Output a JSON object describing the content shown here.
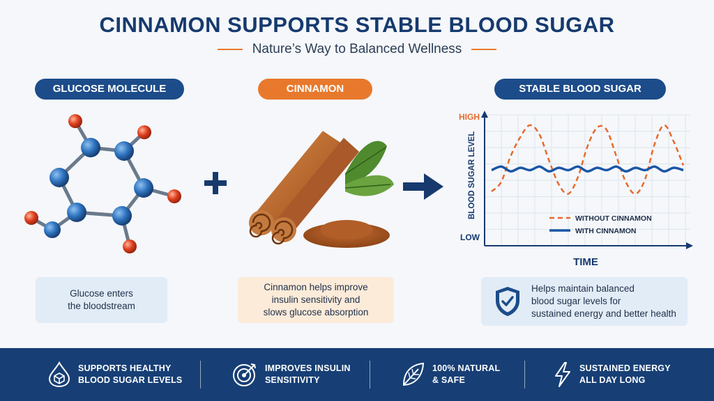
{
  "header": {
    "title": "CINNAMON SUPPORTS STABLE BLOOD SUGAR",
    "subtitle": "Nature’s Way to Balanced Wellness"
  },
  "panels": {
    "glucose": {
      "label": "GLUCOSE MOLECULE",
      "caption": "Glucose enters\nthe bloodstream"
    },
    "cinnamon": {
      "label": "CINNAMON",
      "caption": "Cinnamon helps improve\ninsulin sensitivity and\nslows glucose absorption"
    },
    "stable": {
      "label": "STABLE BLOOD SUGAR",
      "caption": "Helps maintain balanced\nblood sugar levels for\nsustained energy and better health"
    }
  },
  "chart_data": {
    "type": "line",
    "title": "",
    "xlabel": "TIME",
    "ylabel": "BLOOD SUGAR LEVEL",
    "y_tick_labels": {
      "high": "HIGH",
      "low": "LOW"
    },
    "grid": true,
    "legend_placement": "bottom-right",
    "series": [
      {
        "name": "WITHOUT CINNAMON",
        "style": "dashed",
        "color": "#e8692c",
        "x": [
          0,
          0.5,
          1.0,
          1.5,
          2.0,
          2.5,
          3.0,
          3.5,
          4.0,
          4.5,
          5.0,
          5.5,
          6.0,
          6.5,
          7.0,
          7.5,
          8.0,
          8.5,
          9.0,
          9.5,
          10.0
        ],
        "y": [
          0.4,
          0.48,
          0.7,
          0.86,
          0.96,
          0.88,
          0.66,
          0.46,
          0.38,
          0.52,
          0.78,
          0.94,
          0.92,
          0.7,
          0.48,
          0.38,
          0.5,
          0.8,
          0.96,
          0.82,
          0.62
        ]
      },
      {
        "name": "WITH CINNAMON",
        "style": "solid",
        "color": "#1a56a6",
        "x": [
          0,
          0.5,
          1.0,
          1.5,
          2.0,
          2.5,
          3.0,
          3.5,
          4.0,
          4.5,
          5.0,
          5.5,
          6.0,
          6.5,
          7.0,
          7.5,
          8.0,
          8.5,
          9.0,
          9.5,
          10.0
        ],
        "y": [
          0.58,
          0.61,
          0.57,
          0.6,
          0.58,
          0.61,
          0.57,
          0.6,
          0.58,
          0.61,
          0.57,
          0.6,
          0.58,
          0.61,
          0.57,
          0.6,
          0.58,
          0.61,
          0.57,
          0.6,
          0.58
        ]
      }
    ],
    "xlim": [
      0,
      10
    ],
    "ylim": [
      0,
      1
    ]
  },
  "footer": {
    "features": [
      {
        "icon": "blood-drop-icon",
        "text": "SUPPORTS HEALTHY\nBLOOD SUGAR LEVELS"
      },
      {
        "icon": "target-icon",
        "text": "IMPROVES INSULIN\nSENSITIVITY"
      },
      {
        "icon": "leaf-icon",
        "text": "100% NATURAL\n& SAFE"
      },
      {
        "icon": "lightning-icon",
        "text": "SUSTAINED ENERGY\nALL DAY LONG"
      }
    ]
  },
  "colors": {
    "navy": "#163a6e",
    "blue": "#1c4c8a",
    "orange": "#e8792c",
    "footer": "#173f75"
  }
}
